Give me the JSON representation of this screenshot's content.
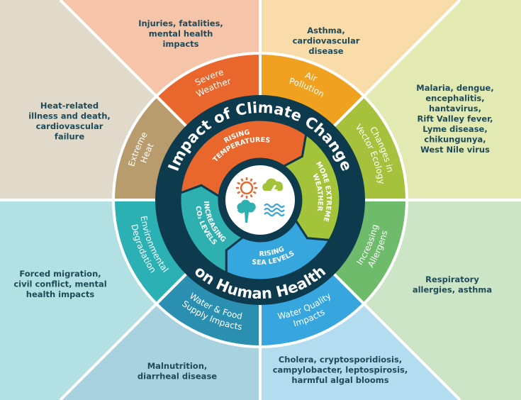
{
  "title": {
    "top": "Impact of Climate Change",
    "bottom": "on Human Health"
  },
  "colors": {
    "dark": "#0e3a4e",
    "divider": "#ffffff",
    "outer_text": "#1f4a58"
  },
  "segments": [
    {
      "lines": [
        "Severe",
        "Weather"
      ],
      "ring_color": "#e9672d",
      "bg_color": "#f5c4a9",
      "dir": "cw",
      "impacts": [
        "Injuries, fatalities,",
        "mental health",
        "impacts"
      ]
    },
    {
      "lines": [
        "Air",
        "Pollution"
      ],
      "ring_color": "#f0a11f",
      "bg_color": "#f9dcaa",
      "dir": "cw",
      "impacts": [
        "Asthma,",
        "cardiovascular",
        "disease"
      ]
    },
    {
      "lines": [
        "Changes in",
        "Vector Ecology"
      ],
      "ring_color": "#a6c13b",
      "bg_color": "#e2e9b3",
      "dir": "cw",
      "impacts": [
        "Malaria, dengue,",
        "encephalitis,",
        "hantavirus,",
        "Rift Valley fever,",
        "Lyme disease,",
        "chikungunya,",
        "West Nile virus"
      ]
    },
    {
      "lines": [
        "Increasing",
        "Allergens"
      ],
      "ring_color": "#6dbb6b",
      "bg_color": "#cce5c6",
      "dir": "ccw",
      "impacts": [
        "Respiratory",
        "allergies, asthma"
      ]
    },
    {
      "lines": [
        "Water Quality",
        "Impacts"
      ],
      "ring_color": "#38a6de",
      "bg_color": "#b3dcf0",
      "dir": "ccw",
      "impacts": [
        "Cholera, cryptosporidiosis,",
        "campylobacter, leptospirosis,",
        "harmful algal blooms"
      ]
    },
    {
      "lines": [
        "Water & Food",
        "Supply Impacts"
      ],
      "ring_color": "#2b8fb1",
      "bg_color": "#a9d2e0",
      "dir": "ccw",
      "impacts": [
        "Malnutrition,",
        "diarrheal disease"
      ]
    },
    {
      "lines": [
        "Environmental",
        "Degradation"
      ],
      "ring_color": "#2bb1b4",
      "bg_color": "#b3e0e2",
      "dir": "ccw",
      "impacts": [
        "Forced migration,",
        "civil conflict, mental",
        "health impacts"
      ]
    },
    {
      "lines": [
        "Extreme",
        "Heat"
      ],
      "ring_color": "#b99c6e",
      "bg_color": "#e1dacb",
      "dir": "cw",
      "impacts": [
        "Heat-related",
        "illness and death,",
        "cardiovascular",
        "failure"
      ]
    }
  ],
  "drivers": [
    {
      "lines": [
        "RISING",
        "TEMPERATURES"
      ],
      "color": "#e9672d",
      "dir": "cw"
    },
    {
      "lines": [
        "MORE EXTREME",
        "WEATHER"
      ],
      "color": "#a3c43a",
      "dir": "cw"
    },
    {
      "lines": [
        "RISING",
        "SEA LEVELS"
      ],
      "color": "#35a7de",
      "dir": "ccw"
    },
    {
      "lines": [
        "INCREASING",
        "CO₂ LEVELS"
      ],
      "color": "#2fb0b0",
      "dir": "ccw"
    }
  ],
  "icons": [
    "sun-icon",
    "storm-cloud-icon",
    "smoke-tree-icon",
    "waves-icon"
  ]
}
